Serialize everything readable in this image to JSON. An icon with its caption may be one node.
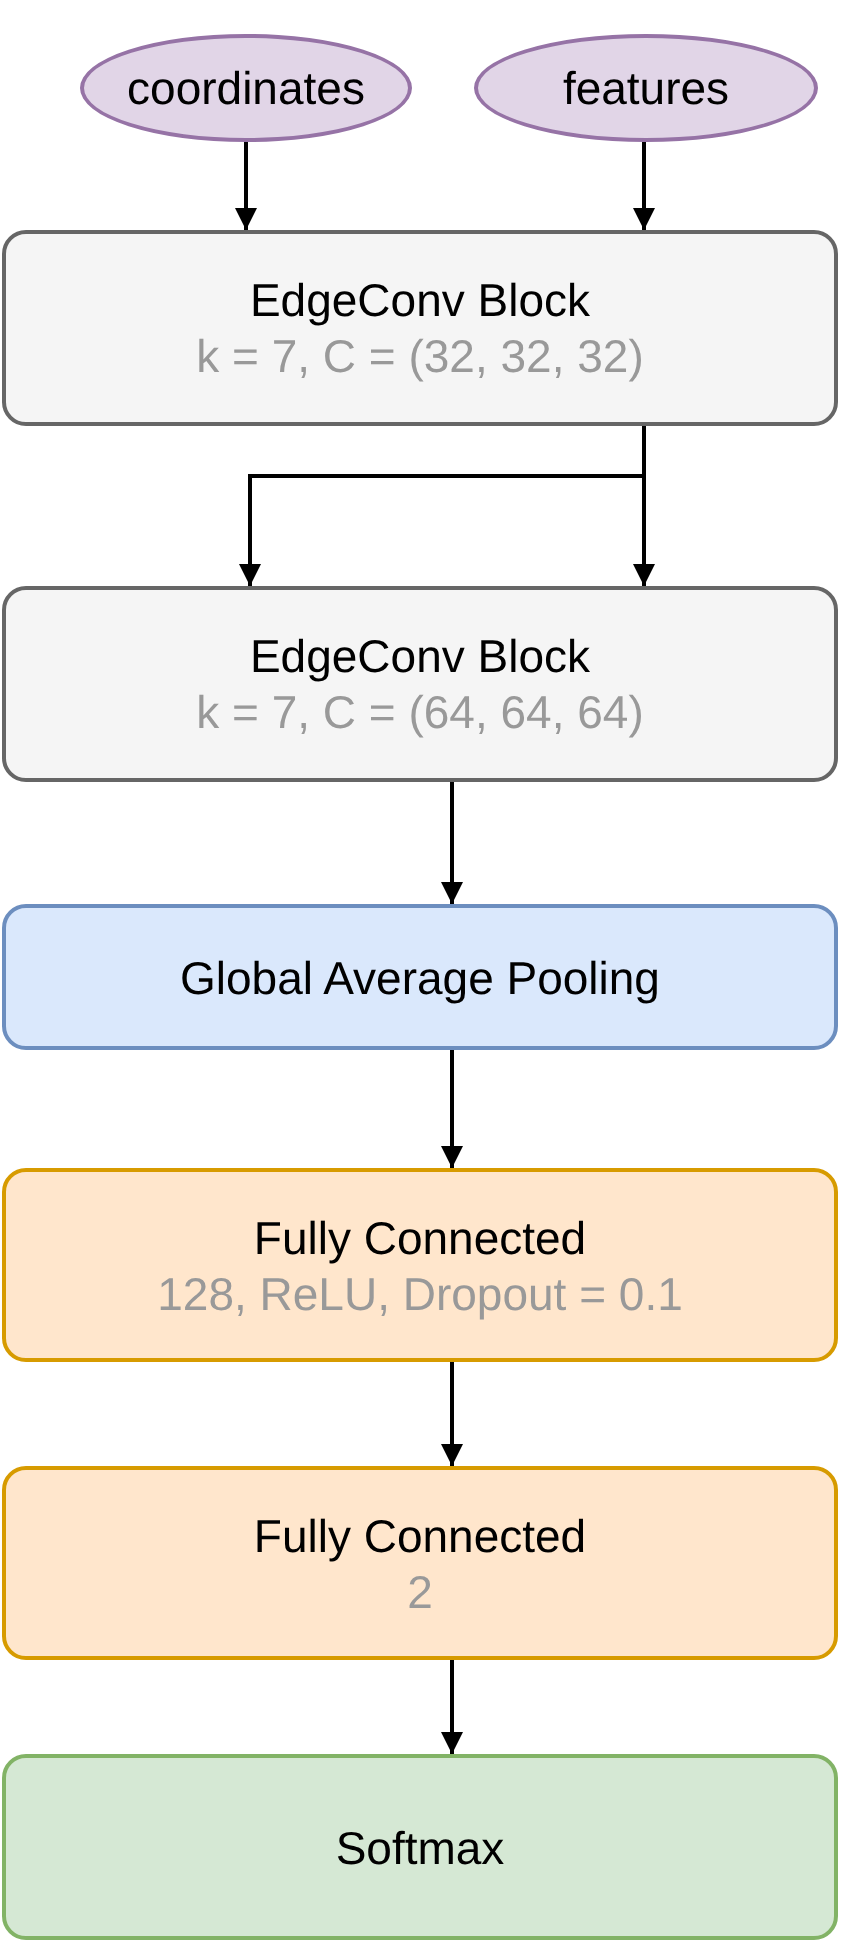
{
  "diagram": {
    "nodes": [
      {
        "text": [
          "coordinates"
        ]
      },
      {
        "text": [
          "features"
        ]
      },
      {
        "text": [
          "EdgeConv Block",
          "k = 7, C = (32, 32, 32)"
        ]
      },
      {
        "text": [
          "EdgeConv Block",
          "k = 7, C = (64, 64, 64)"
        ]
      },
      {
        "text": [
          "Global Average Pooling"
        ]
      },
      {
        "text": [
          "Fully Connected",
          "128, ReLU, Dropout = 0.1"
        ]
      },
      {
        "text": [
          "Fully Connected",
          "2"
        ]
      },
      {
        "text": [
          "Softmax"
        ]
      }
    ],
    "edges": [
      {
        "from": 0,
        "to": 2,
        "arrow": "to"
      },
      {
        "from": 1,
        "to": 2,
        "arrow": "to"
      },
      {
        "from": 2,
        "to": 3,
        "arrow": "to"
      },
      {
        "from": 2,
        "to": 3,
        "arrow": "to"
      },
      {
        "from": 3,
        "to": 4,
        "arrow": "to"
      },
      {
        "from": 4,
        "to": 5,
        "arrow": "to"
      },
      {
        "from": 5,
        "to": 6,
        "arrow": "to"
      },
      {
        "from": 6,
        "to": 7,
        "arrow": "to"
      }
    ]
  }
}
